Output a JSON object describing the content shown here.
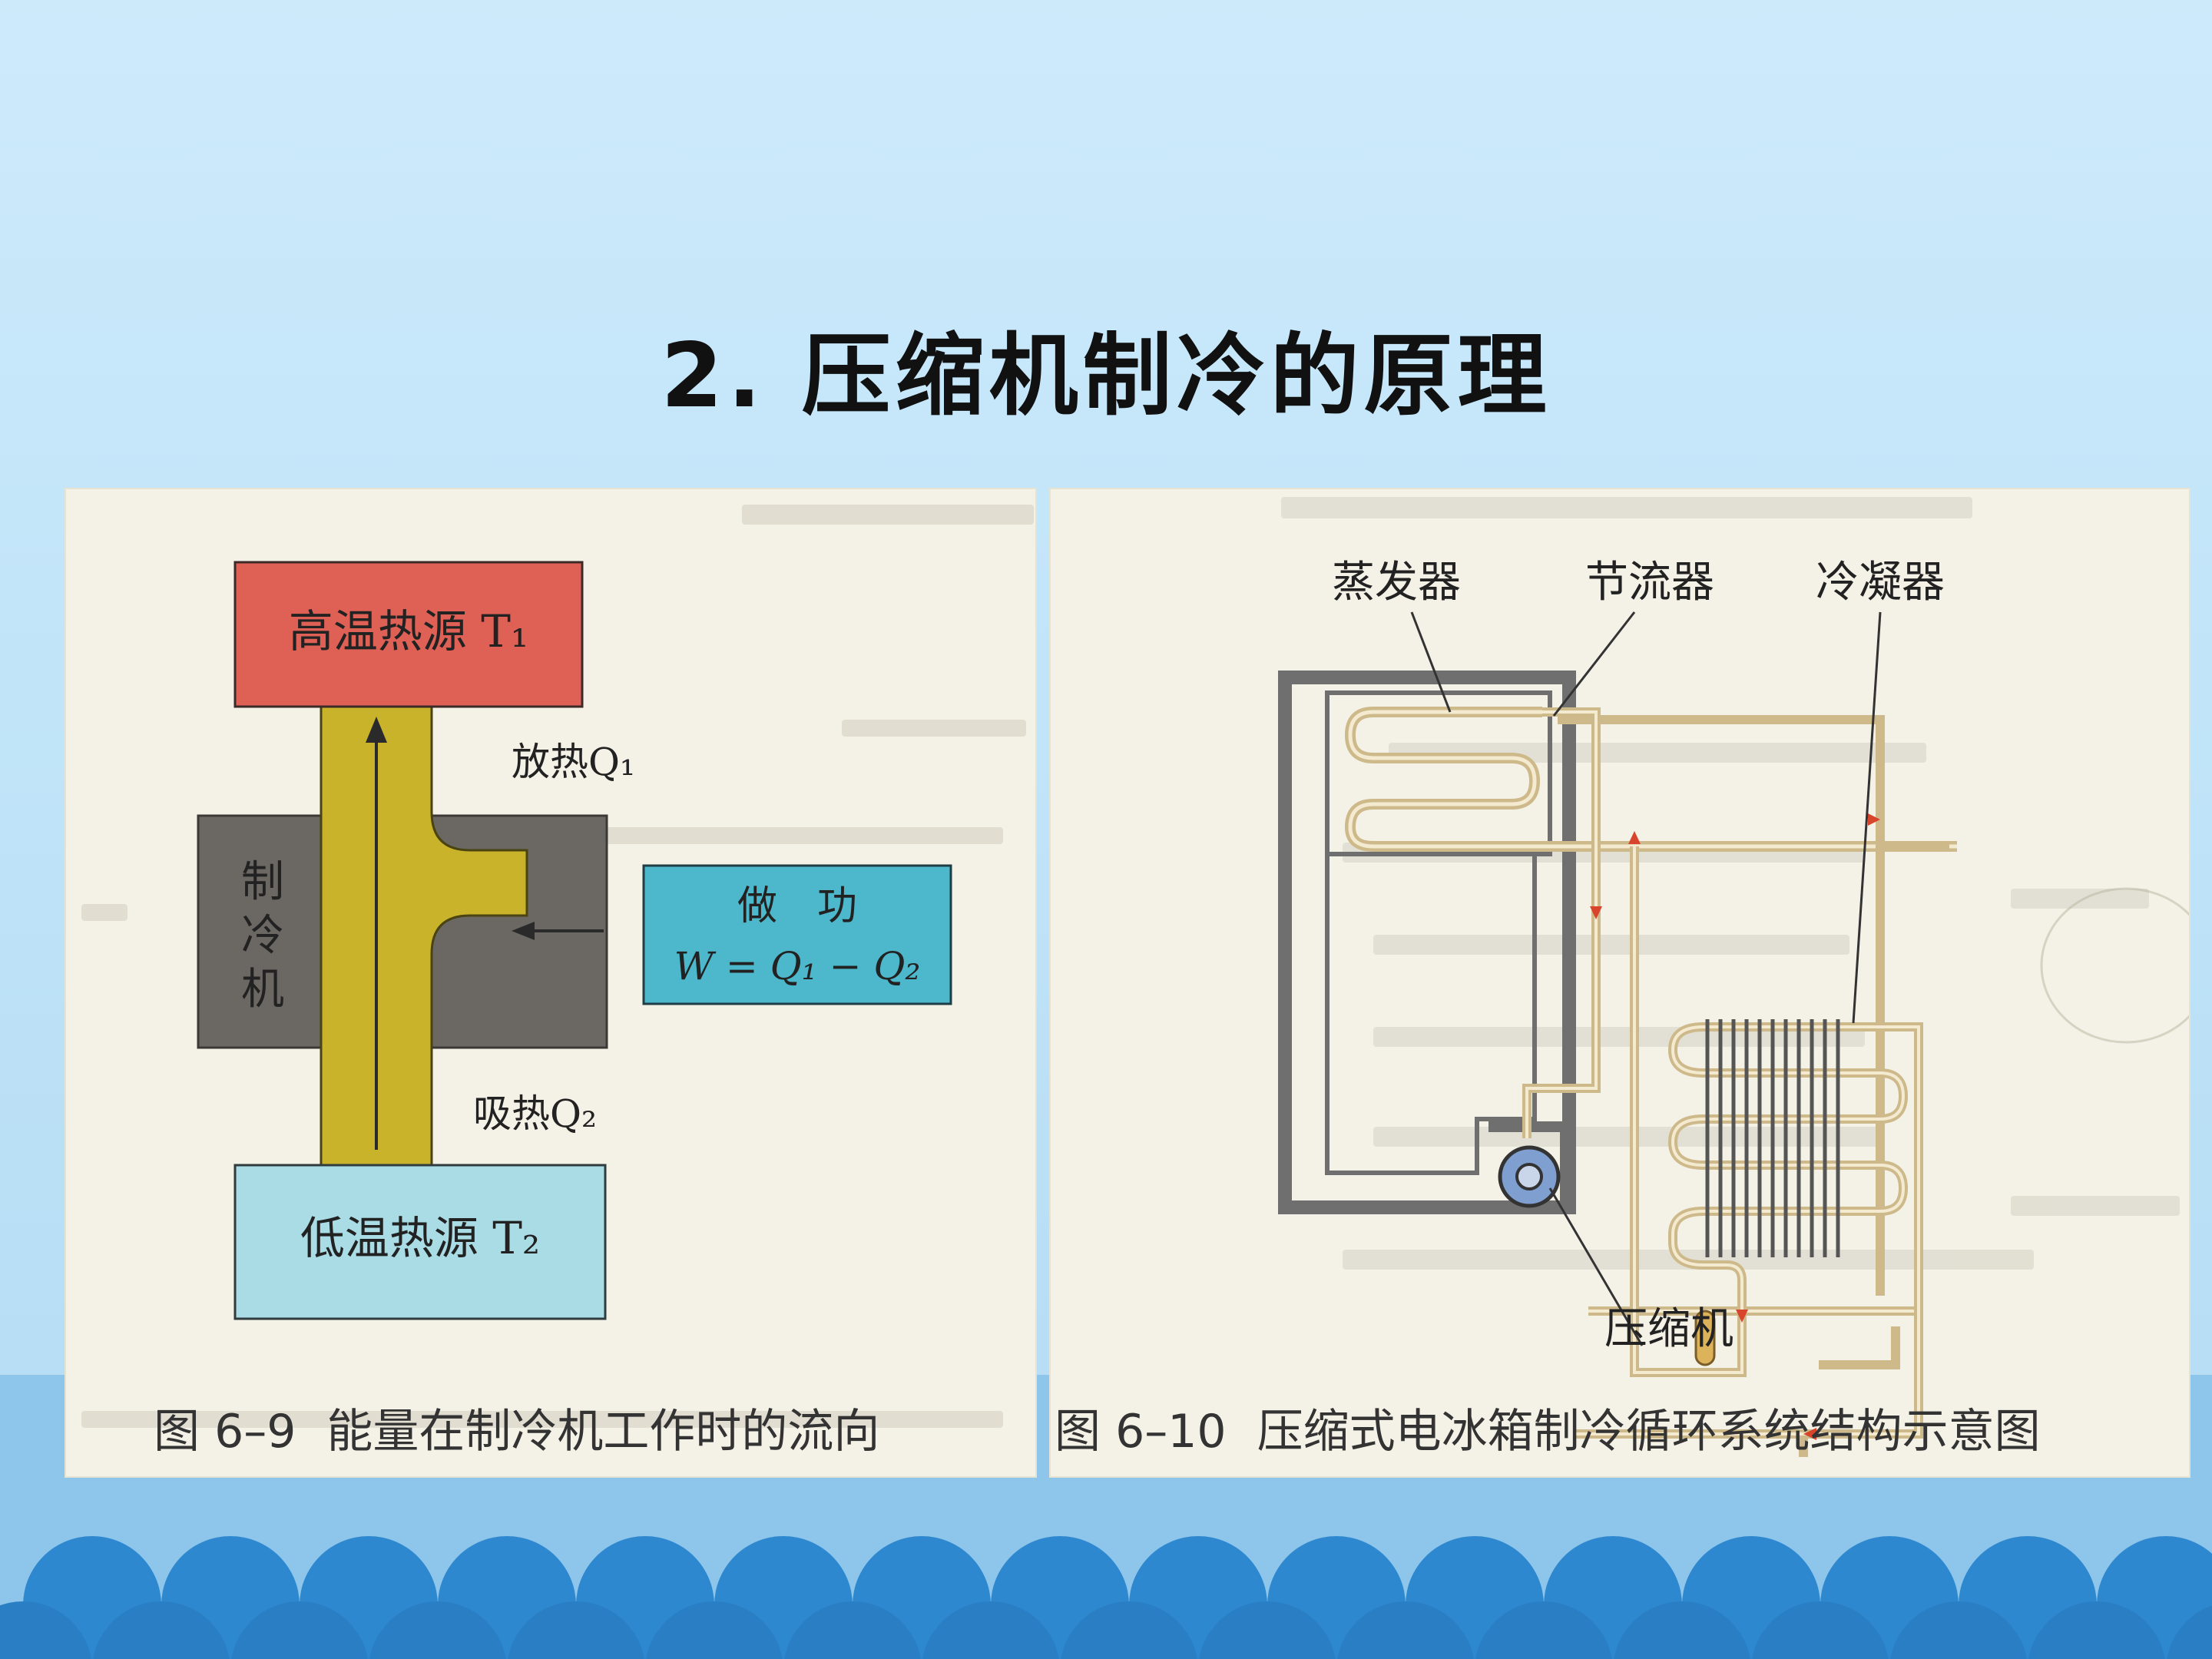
{
  "slide": {
    "title": "2.  压缩机制冷的原理"
  },
  "figure_left": {
    "caption_number": "图 6–9",
    "caption_text": "能量在制冷机工作时的流向",
    "high_source": "高温热源 T₁",
    "low_source": "低温热源 T₂",
    "machine": "制冷机",
    "machine_chars": [
      "制",
      "冷",
      "机"
    ],
    "release_heat": "放热Q₁",
    "absorb_heat": "吸热Q₂",
    "work_label": "做　功",
    "work_formula": "W = Q₁ − Q₂",
    "colors": {
      "high": "#df6156",
      "low": "#a9dce5",
      "machine": "#6b6864",
      "flow": "#c8b32a",
      "work": "#4db8cc"
    }
  },
  "figure_right": {
    "caption_number": "图 6–10",
    "caption_text": "压缩式电冰箱制冷循环系统结构示意图",
    "labels": {
      "evaporator": "蒸发器",
      "throttle": "节流器",
      "condenser": "冷凝器",
      "compressor": "压缩机"
    },
    "colors": {
      "pipe": "#d9c99a",
      "frame": "#6f6f6f",
      "compressor": "#7e9fd0"
    }
  }
}
